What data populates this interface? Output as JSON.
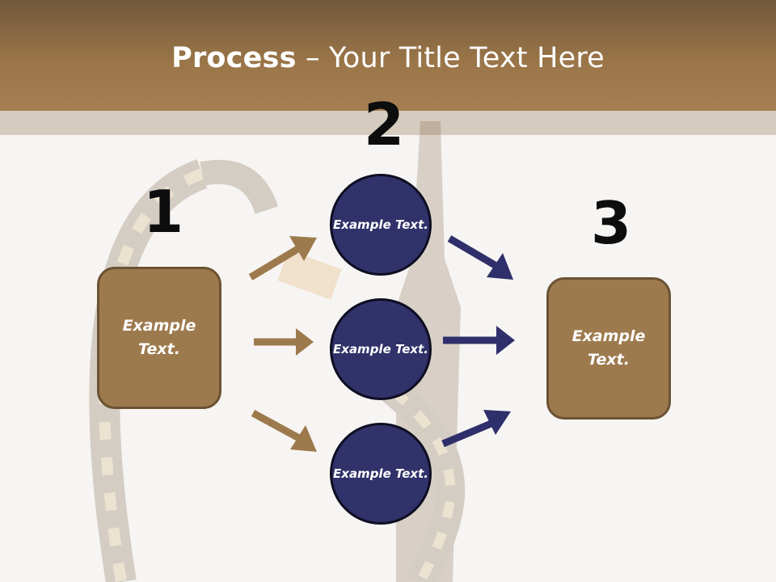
{
  "header": {
    "title_bold": "Process",
    "title_rest": " – Your Title Text Here"
  },
  "steps": {
    "one": "1",
    "two": "2",
    "three": "3"
  },
  "nodes": {
    "left_box": "Example Text.",
    "circle_top": "Example Text.",
    "circle_middle": "Example Text.",
    "circle_bottom": "Example Text.",
    "right_box": "Example Text."
  },
  "colors": {
    "header": "#9a7548",
    "box": "#9d7a4d",
    "circle": "#31326a",
    "arrow_brown": "#9d7a4d",
    "arrow_navy": "#2f2f6b"
  }
}
